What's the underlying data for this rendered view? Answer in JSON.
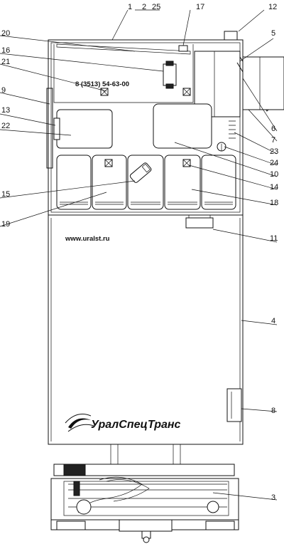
{
  "drawing": {
    "phone_label": "8 (3513) 54-63-00",
    "website_label": "www.uralst.ru",
    "logo_text": "УралСпецТранс"
  },
  "callouts": [
    {
      "id": "c1",
      "text": "1"
    },
    {
      "id": "c2",
      "text": "2"
    },
    {
      "id": "c25",
      "text": "25"
    },
    {
      "id": "c17",
      "text": "17"
    },
    {
      "id": "c12",
      "text": "12"
    },
    {
      "id": "c20",
      "text": "20"
    },
    {
      "id": "c5",
      "text": "5"
    },
    {
      "id": "c16",
      "text": "16"
    },
    {
      "id": "c21",
      "text": "21"
    },
    {
      "id": "c9",
      "text": "9"
    },
    {
      "id": "c6",
      "text": "6"
    },
    {
      "id": "c13",
      "text": "13"
    },
    {
      "id": "c7",
      "text": "7"
    },
    {
      "id": "c22",
      "text": "22"
    },
    {
      "id": "c23",
      "text": "23"
    },
    {
      "id": "c24",
      "text": "24"
    },
    {
      "id": "c10",
      "text": "10"
    },
    {
      "id": "c14",
      "text": "14"
    },
    {
      "id": "c15",
      "text": "15"
    },
    {
      "id": "c18",
      "text": "18"
    },
    {
      "id": "c19",
      "text": "19"
    },
    {
      "id": "c11",
      "text": "11"
    },
    {
      "id": "c4",
      "text": "4"
    },
    {
      "id": "c8",
      "text": "8"
    },
    {
      "id": "c3",
      "text": "3"
    }
  ]
}
